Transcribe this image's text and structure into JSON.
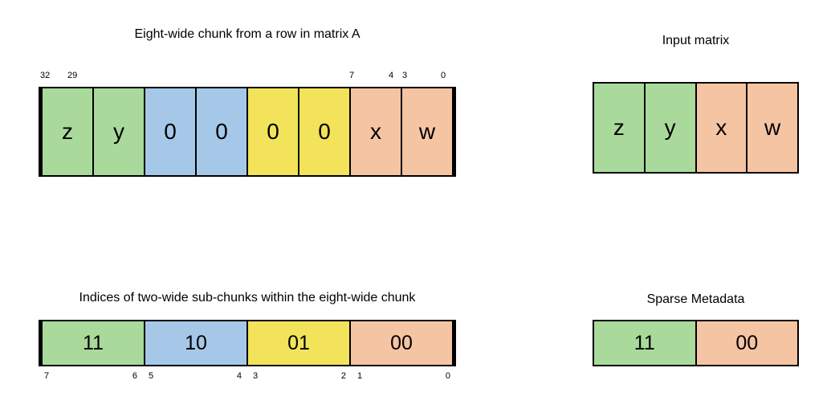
{
  "colors": {
    "green": "#a9da9c",
    "blue": "#a5c8e8",
    "yellow": "#f3e35a",
    "salmon": "#f5c4a3"
  },
  "top_left": {
    "title": "Eight-wide chunk from a row in matrix A",
    "bit_labels": [
      "32",
      "29",
      "7",
      "4",
      "3",
      "0"
    ],
    "cells": [
      {
        "label": "z",
        "color": "green"
      },
      {
        "label": "y",
        "color": "green"
      },
      {
        "label": "0",
        "color": "blue"
      },
      {
        "label": "0",
        "color": "blue"
      },
      {
        "label": "0",
        "color": "yellow"
      },
      {
        "label": "0",
        "color": "yellow"
      },
      {
        "label": "x",
        "color": "salmon"
      },
      {
        "label": "w",
        "color": "salmon"
      }
    ]
  },
  "top_right": {
    "title": "Input matrix",
    "cells": [
      {
        "label": "z",
        "color": "green"
      },
      {
        "label": "y",
        "color": "green"
      },
      {
        "label": "x",
        "color": "salmon"
      },
      {
        "label": "w",
        "color": "salmon"
      }
    ]
  },
  "bottom_left": {
    "title": "Indices of two-wide sub-chunks within the eight-wide chunk",
    "bit_labels": [
      "7",
      "6",
      "5",
      "4",
      "3",
      "2",
      "1",
      "0"
    ],
    "cells": [
      {
        "label": "11",
        "color": "green"
      },
      {
        "label": "10",
        "color": "blue"
      },
      {
        "label": "01",
        "color": "yellow"
      },
      {
        "label": "00",
        "color": "salmon"
      }
    ]
  },
  "bottom_right": {
    "title": "Sparse Metadata",
    "cells": [
      {
        "label": "11",
        "color": "green"
      },
      {
        "label": "00",
        "color": "salmon"
      }
    ]
  }
}
